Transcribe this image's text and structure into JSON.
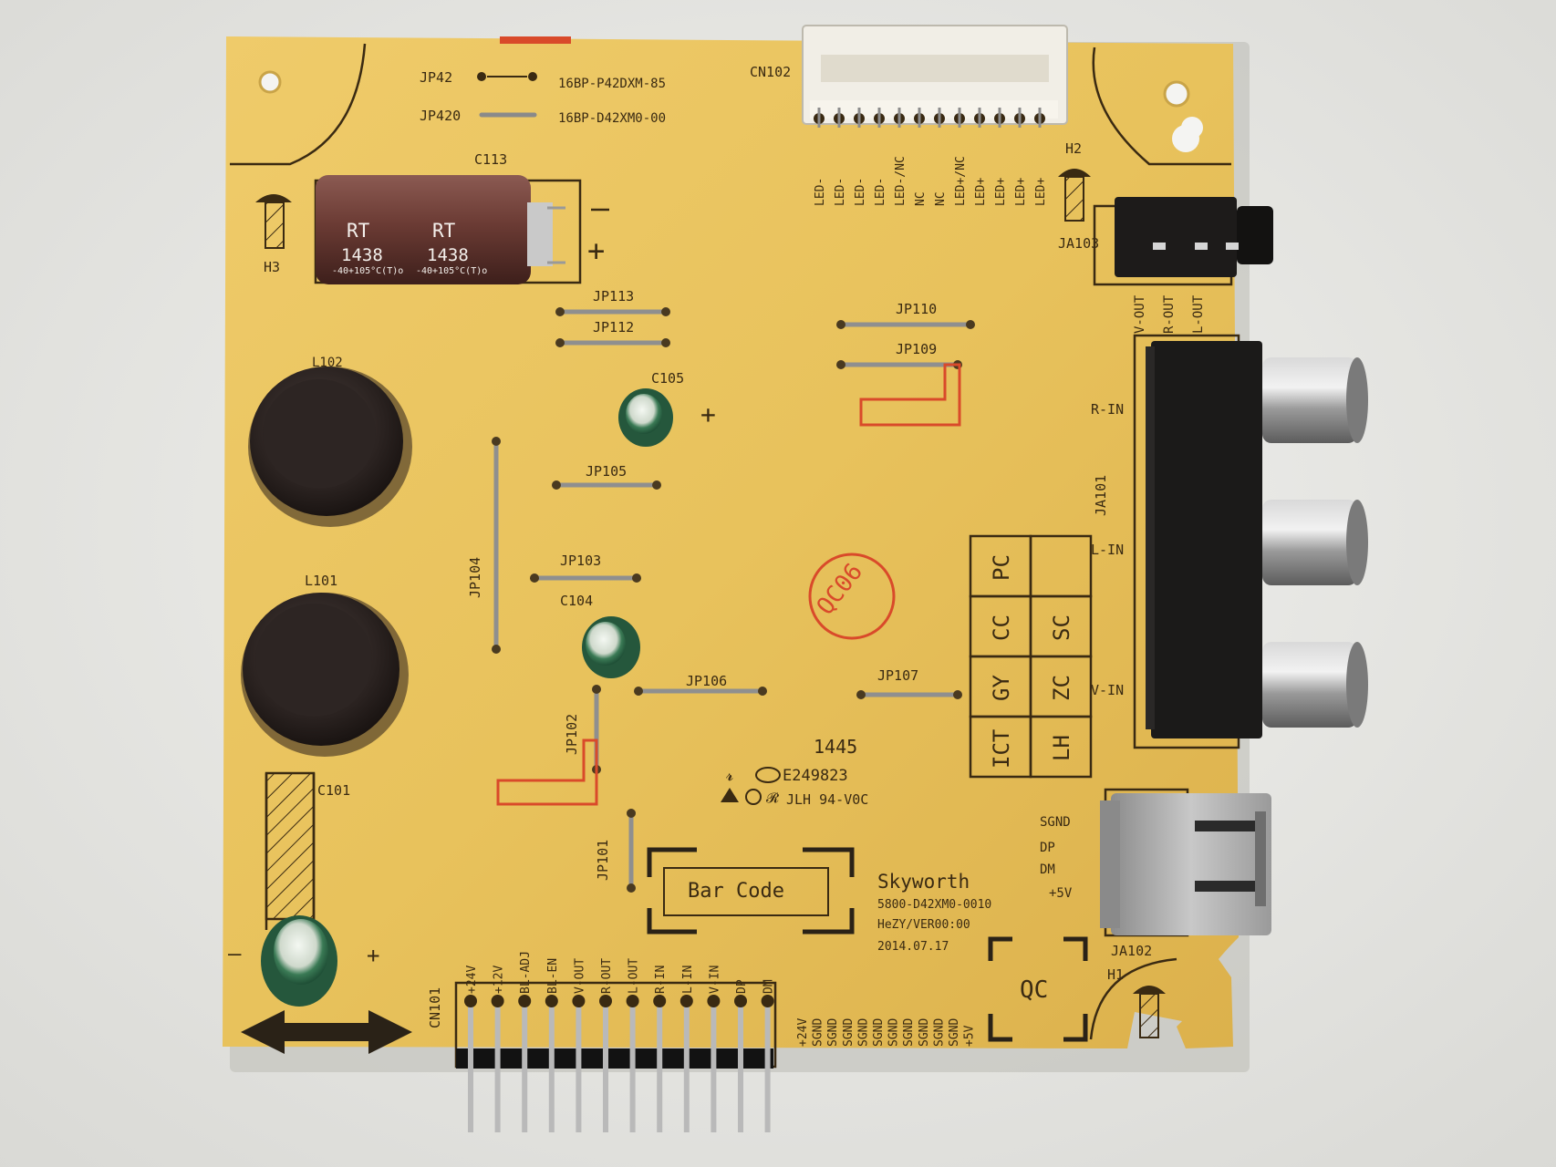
{
  "board": {
    "colors": {
      "pcb": "#e8c25c",
      "silk": "#3a2a12",
      "red": "#d94a2a",
      "metal": "#b8b8b8",
      "connector": "#f1eee6"
    },
    "jumper_table": [
      {
        "ref": "JP42",
        "part": "16BP-P42DXM-85"
      },
      {
        "ref": "JP420",
        "part": "16BP-D42XM0-00"
      }
    ],
    "refs": {
      "cn102": "CN102",
      "c113": "C113",
      "h3": "H3",
      "h2": "H2",
      "h1": "H1",
      "ja103": "JA103",
      "ja101": "JA101",
      "ja102": "JA102",
      "l102": "L102",
      "l101": "L101",
      "c101": "C101",
      "c105": "C105",
      "c104": "C104",
      "jp113": "JP113",
      "jp112": "JP112",
      "jp110": "JP110",
      "jp109": "JP109",
      "jp105": "JP105",
      "jp103": "JP103",
      "jp104": "JP104",
      "jp106": "JP106",
      "jp107": "JP107",
      "jp102": "JP102",
      "jp101": "JP101",
      "cn101": "CN101"
    },
    "cap_c113": {
      "brand": "RT",
      "code": "1438",
      "temp": "-40+105°C(T)o"
    },
    "led_pins": [
      "LED-",
      "LED-",
      "LED-",
      "LED-",
      "LED-/NC",
      "NC",
      "NC",
      "LED+/NC",
      "LED+",
      "LED+",
      "LED+",
      "LED+"
    ],
    "audio_out_pins": [
      "V-OUT",
      "R-OUT",
      "L-OUT"
    ],
    "rca_labels": {
      "r_in": "R-IN",
      "l_in": "L-IN",
      "v_in": "V-IN"
    },
    "qc_grid": [
      [
        "PC",
        ""
      ],
      [
        "CC",
        "SC"
      ],
      [
        "GY",
        "ZC"
      ],
      [
        "ICT",
        "LH"
      ]
    ],
    "qc_stamp": "QC06",
    "handwritten": "1445",
    "cert": {
      "file": "E249823",
      "rating": "JLH 94-V0C"
    },
    "bar_code": "Bar Code",
    "maker": {
      "brand": "Skyworth",
      "model": "5800-D42XM0-0010",
      "ver": "HeZY/VER00:00",
      "date": "2014.07.17"
    },
    "usb_pins": [
      "SGND",
      "DP",
      "DM",
      "+5V"
    ],
    "qc_box": "QC",
    "cn101_pins": [
      "+24V",
      "+12V",
      "BL-ADJ",
      "BL-EN",
      "V-OUT",
      "R-OUT",
      "L-OUT",
      "R-IN",
      "L-IN",
      "V-IN",
      "DP",
      "DM"
    ],
    "cn101_pins_bottom": [
      "+24V",
      "SGND",
      "SGND",
      "SGND",
      "SGND",
      "SGND",
      "SGND",
      "SGND",
      "SGND",
      "SGND",
      "SGND",
      "+5V"
    ]
  }
}
